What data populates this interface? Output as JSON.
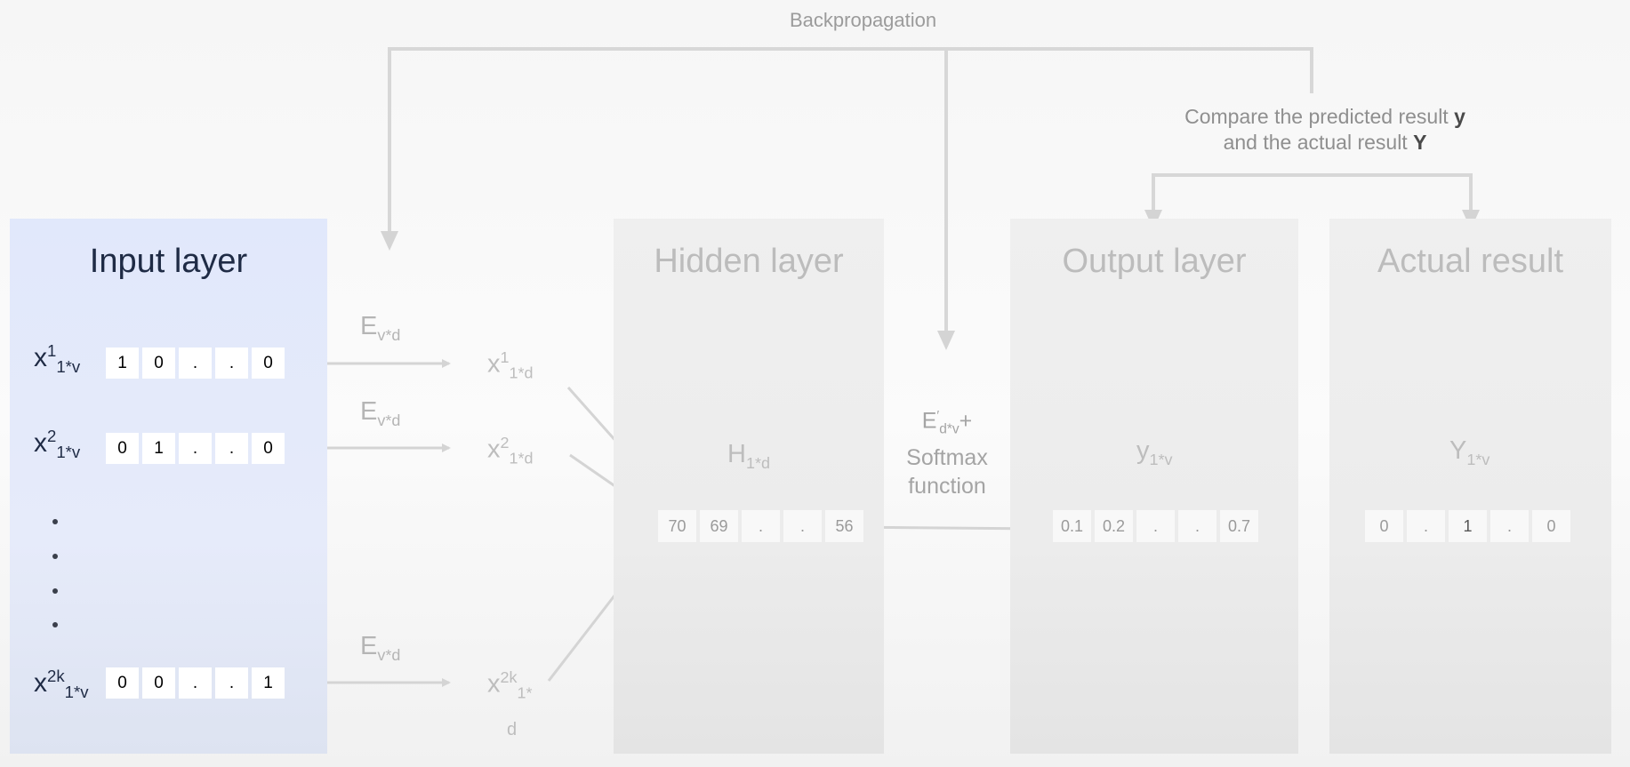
{
  "backprop_label": "Backpropagation",
  "compare_note": {
    "line1": "Compare the predicted result",
    "y": "y",
    "line2": "and the actual result",
    "Y": "Y"
  },
  "panels": {
    "input": "Input layer",
    "hidden": "Hidden layer",
    "output": "Output layer",
    "actual": "Actual result"
  },
  "input_rows": [
    {
      "var": "x",
      "sup": "1",
      "sub": "1*v",
      "values": [
        "1",
        "0",
        ".",
        ".",
        "0"
      ]
    },
    {
      "var": "x",
      "sup": "2",
      "sub": "1*v",
      "values": [
        "0",
        "1",
        ".",
        ".",
        "0"
      ]
    },
    {
      "var": "x",
      "sup": "2k",
      "sub": "1*v",
      "values": [
        "0",
        "0",
        ".",
        ".",
        "1"
      ]
    }
  ],
  "embedding": {
    "var": "E",
    "sub": "v*d"
  },
  "embedded_rows": [
    {
      "var": "x",
      "sup": "1",
      "sub": "1*d"
    },
    {
      "var": "x",
      "sup": "2",
      "sub": "1*d"
    },
    {
      "var": "x",
      "sup": "2k",
      "sub": "1*",
      "sub_wrap": "d"
    }
  ],
  "hidden": {
    "var": "H",
    "sub": "1*d",
    "values": [
      "70",
      "69",
      ".",
      ".",
      "56"
    ]
  },
  "softmax": {
    "var": "E",
    "prime": "′",
    "sub": "d*v",
    "plus": "+",
    "line2": "Softmax",
    "line3": "function"
  },
  "output": {
    "var": "y",
    "sub": "1*v",
    "values": [
      "0.1",
      "0.2",
      ".",
      ".",
      "0.7"
    ]
  },
  "actual": {
    "var": "Y",
    "sub": "1*v",
    "values": [
      "0",
      ".",
      "1",
      ".",
      "0"
    ]
  },
  "colors": {
    "input_panel": "#e3e9fa",
    "grey_panel": "#ededed",
    "arrow": "#d6d6d6"
  }
}
